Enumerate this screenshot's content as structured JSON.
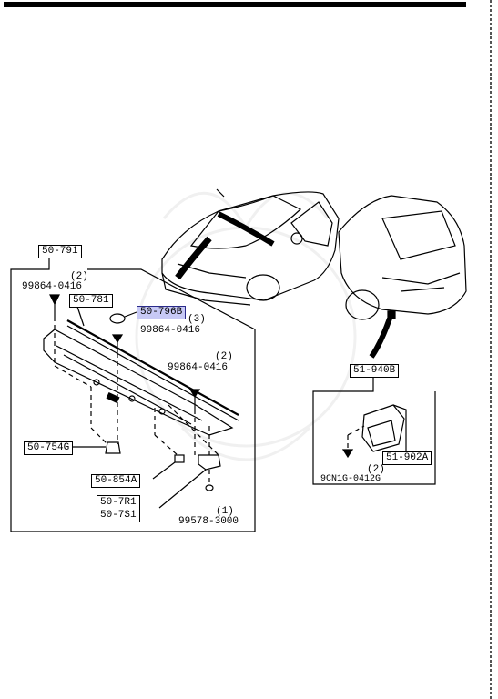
{
  "highlight_color": "#c7c9f5",
  "parts": {
    "p50_791": "50-791",
    "p50_781": "50-781",
    "p50_796b": "50-796B",
    "p50_754g": "50-754G",
    "p50_854a": "50-854A",
    "p50_7r1": "50-7R1",
    "p50_7s1": "50-7S1",
    "p51_940b": "51-940B",
    "p51_902a": "51-902A"
  },
  "callouts": {
    "c1_qty": "(2)",
    "c1_no": "99864-0416",
    "c2_qty": "(3)",
    "c2_no": "99864-0416",
    "c3_qty": "(2)",
    "c3_no": "99864-0416",
    "c4_qty": "(1)",
    "c4_no": "99578-3000",
    "c5_qty": "(2)",
    "c5_no": "9CN1G-0412G"
  }
}
